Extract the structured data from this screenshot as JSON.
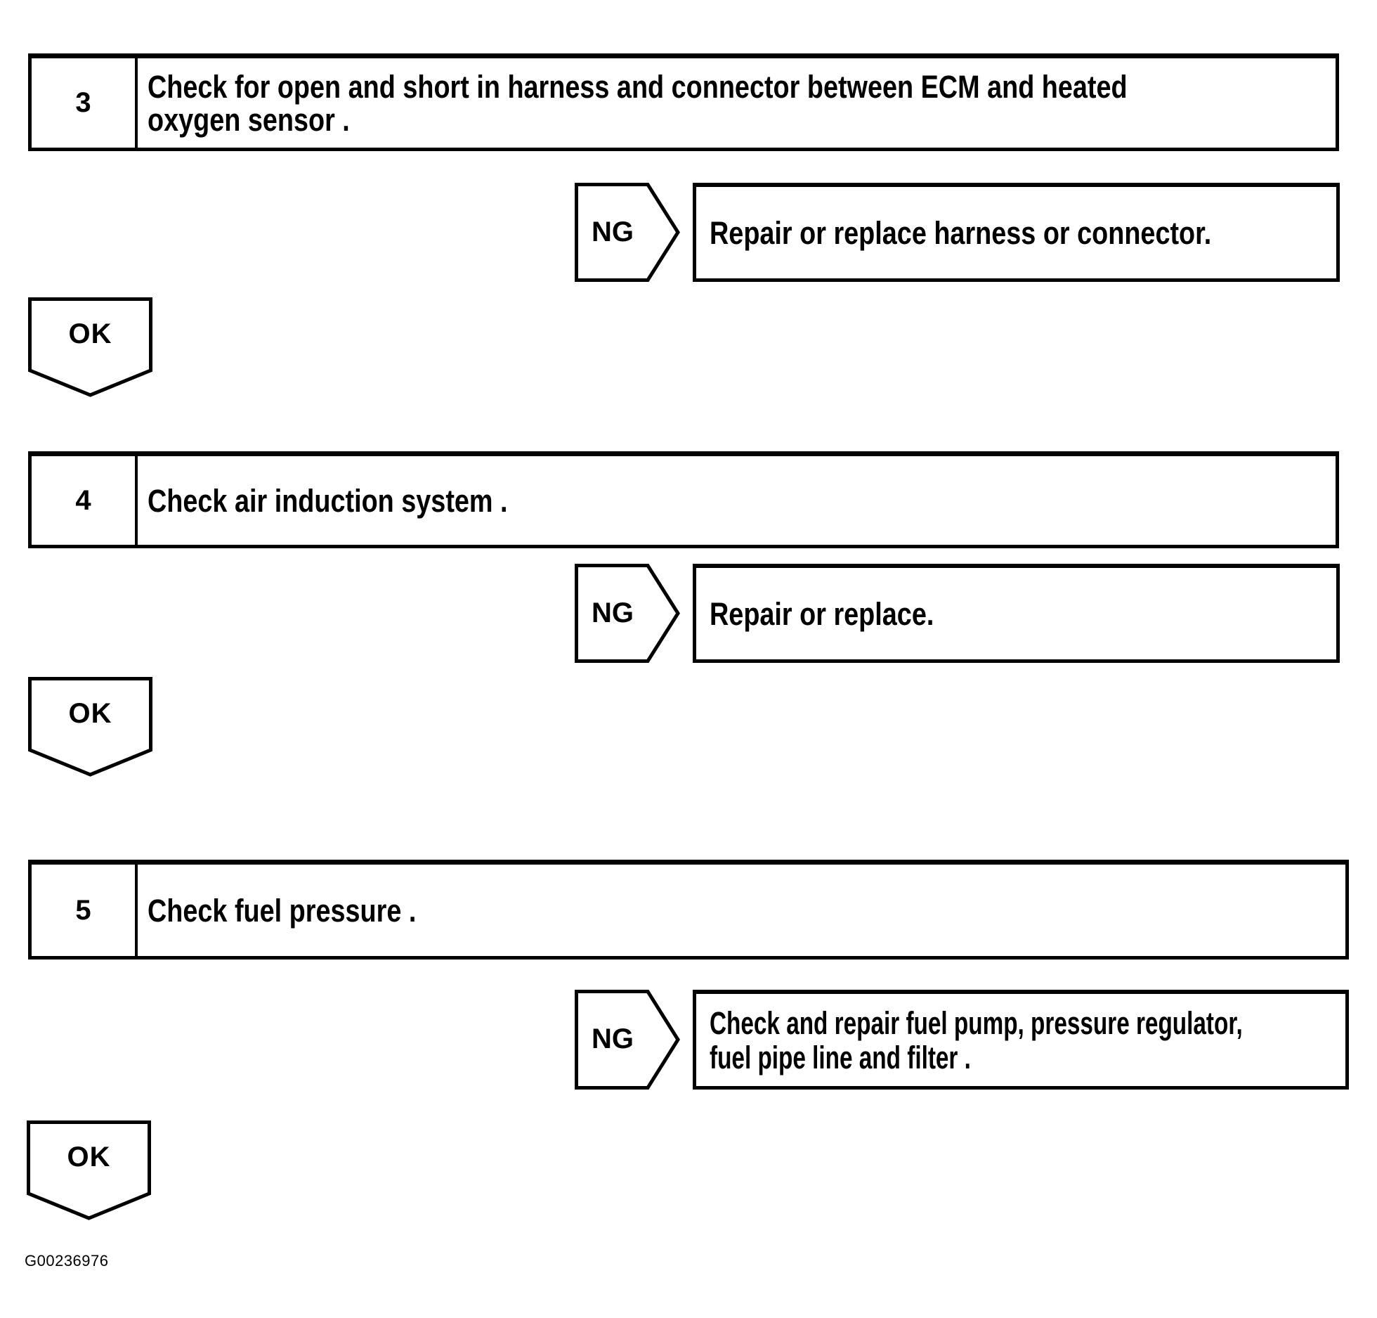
{
  "page": {
    "background_color": "#ffffff",
    "ink_color": "#000000",
    "figure_code": "G00236976"
  },
  "steps": [
    {
      "number": "3",
      "description_lines": [
        "Check for open and short in harness and connector between ECM and heated",
        "oxygen sensor ."
      ],
      "ng": {
        "label": "NG",
        "action_lines": [
          "Repair or replace harness or connector."
        ]
      },
      "ok_label": "OK"
    },
    {
      "number": "4",
      "description_lines": [
        "Check air induction system ."
      ],
      "ng": {
        "label": "NG",
        "action_lines": [
          "Repair or replace."
        ]
      },
      "ok_label": "OK"
    },
    {
      "number": "5",
      "description_lines": [
        "Check fuel pressure ."
      ],
      "ng": {
        "label": "NG",
        "action_lines": [
          "Check and repair fuel pump, pressure regulator,",
          "fuel pipe line and filter ."
        ]
      },
      "ok_label": "OK"
    }
  ]
}
